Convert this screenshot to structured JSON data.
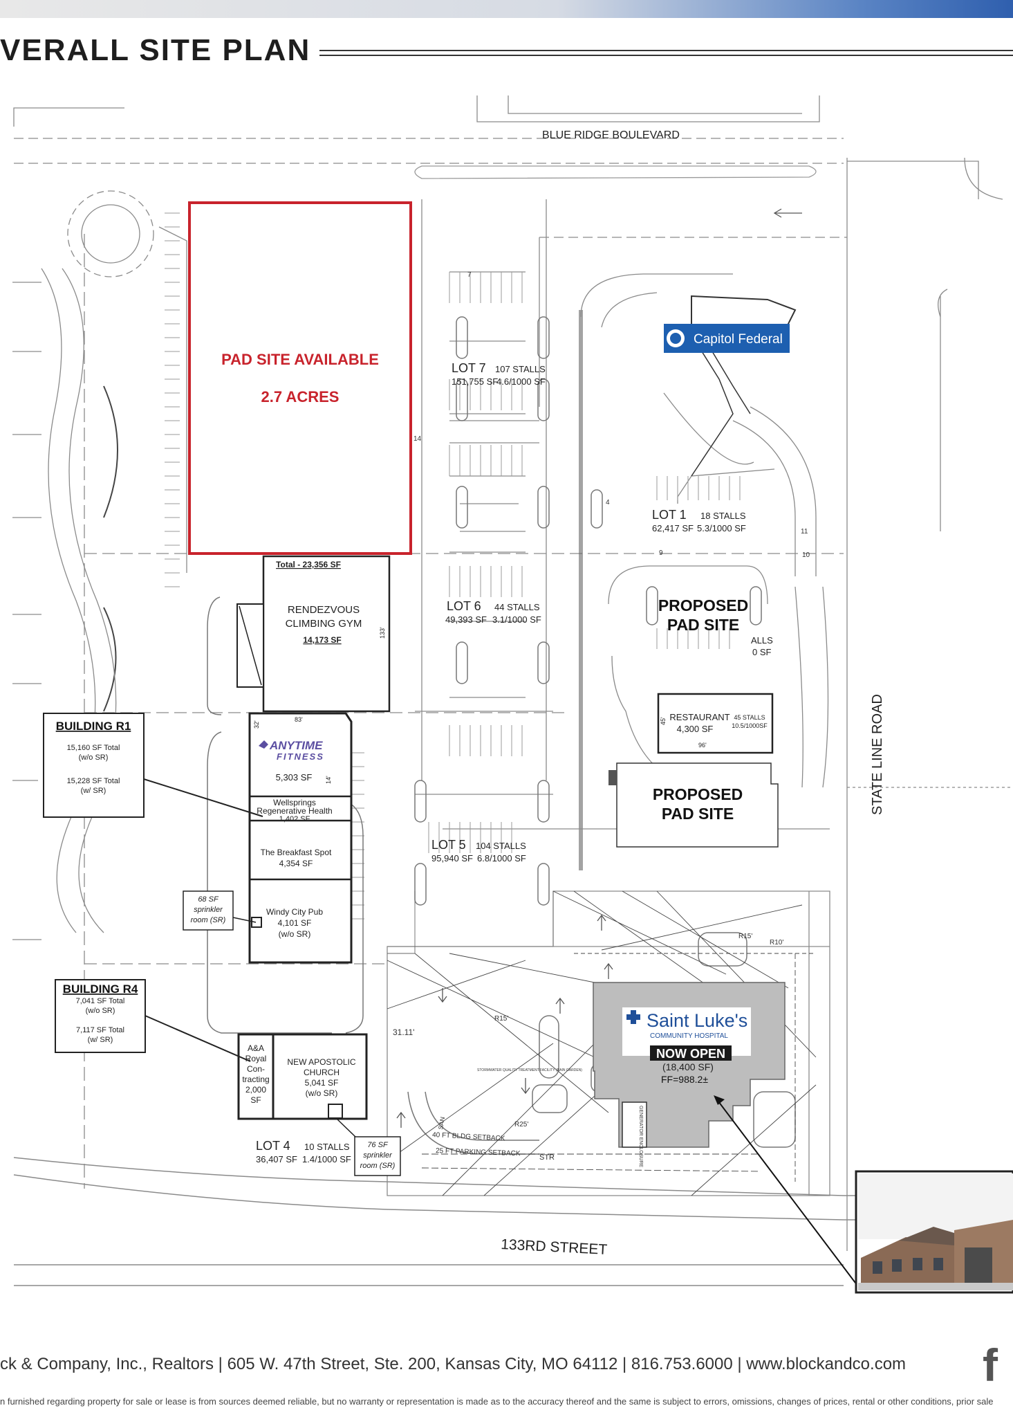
{
  "header": {
    "title": "VERALL SITE PLAN"
  },
  "plan": {
    "streets": {
      "north": "BLUE RIDGE BOULEVARD",
      "east": "STATE LINE ROAD",
      "south": "133RD STREET"
    },
    "pad_site": {
      "line1": "PAD SITE AVAILABLE",
      "line2": "2.7 ACRES"
    },
    "capitol_federal": "Capitol Federal",
    "lots": {
      "lot7": {
        "name": "LOT 7",
        "stalls": "107 STALLS",
        "sf": "151,755 SF",
        "ratio": "4.6/1000 SF"
      },
      "lot1": {
        "name": "LOT 1",
        "stalls": "18 STALLS",
        "sf": "62,417 SF",
        "ratio": "5.3/1000 SF"
      },
      "lot6": {
        "name": "LOT 6",
        "stalls": "44 STALLS",
        "sf": "49,393 SF",
        "ratio": "3.1/1000 SF"
      },
      "lot5": {
        "name": "LOT 5",
        "stalls": "104 STALLS",
        "sf": "95,940 SF",
        "ratio": "6.8/1000 SF"
      },
      "lot4": {
        "name": "LOT 4",
        "stalls": "10 STALLS",
        "sf": "36,407 SF",
        "ratio": "1.4/1000 SF"
      }
    },
    "proposed_pad_1": {
      "line1": "PROPOSED",
      "line2": "PAD SITE",
      "partial1": "ALLS",
      "partial2": "0 SF"
    },
    "proposed_pad_2": {
      "line1": "PROPOSED",
      "line2": "PAD SITE"
    },
    "restaurant": {
      "name": "RESTAURANT",
      "sf": "4,300 SF",
      "stalls": "45 STALLS",
      "ratio": "10.5/1000SF",
      "dim_side": "45'",
      "dim_bottom": "96'"
    },
    "climbing_gym": {
      "total": "Total - 23,356 SF",
      "line1": "RENDEZVOUS",
      "line2": "CLIMBING GYM",
      "sf": "14,173 SF",
      "dim": "133'"
    },
    "building_r1": {
      "title": "BUILDING R1",
      "total1": "15,160 SF Total",
      "note1": "(w/o SR)",
      "total2": "15,228 SF Total",
      "note2": "(w/ SR)"
    },
    "anytime_fitness": {
      "logo_line1": "ANYTIME",
      "logo_line2": "FITNESS",
      "sf": "5,303 SF",
      "dim_top": "83'",
      "dim_side": "32'",
      "dim_mid": "14'"
    },
    "wellsprings": {
      "line1": "Wellsprings",
      "line2": "Regenerative Health",
      "sf": "1,402 SF"
    },
    "breakfast_spot": {
      "name": "The Breakfast Spot",
      "sf": "4,354 SF"
    },
    "windy_city": {
      "name": "Windy City Pub",
      "sf": "4,101 SF",
      "note": "(w/o SR)"
    },
    "sprinkler_r1": {
      "line1": "68 SF",
      "line2": "sprinkler",
      "line3": "room (SR)"
    },
    "building_r4": {
      "title": "BUILDING R4",
      "total1": "7,041 SF Total",
      "note1": "(w/o SR)",
      "total2": "7,117 SF Total",
      "note2": "(w/ SR)"
    },
    "aa_royal": {
      "line1": "A&A",
      "line2": "Royal",
      "line3": "Con-",
      "line4": "tracting",
      "sf": "2,000",
      "unit": "SF"
    },
    "new_apostolic": {
      "line1": "NEW APOSTOLIC",
      "line2": "CHURCH",
      "sf": "5,041 SF",
      "note": "(w/o SR)"
    },
    "sprinkler_r4": {
      "line1": "76 SF",
      "line2": "sprinkler",
      "line3": "room (SR)"
    },
    "saint_lukes": {
      "name": "Saint Luke's",
      "subtitle": "COMMUNITY HOSPITAL",
      "status": "NOW OPEN",
      "sf": "(18,400 SF)",
      "ff": "FF=988.2±"
    },
    "small_labels": {
      "setback_bldg": "40 FT BLDG SETBACK",
      "setback_parking": "25 FT PARKING SETBACK",
      "generator": "GENERATOR ENCLOSURE",
      "stormwater": "STORMWATER QUALITY TREATMENT FACILITY (RAIN GARDEN)",
      "dim_31": "31.11'",
      "r15a": "R15'",
      "r15b": "R15'",
      "r10": "R10'",
      "r25": "R25'",
      "n7": "7",
      "n14": "14",
      "n4": "4",
      "n9": "9",
      "n10": "10",
      "n11": "11",
      "str": "STR",
      "san": "SAN"
    }
  },
  "footer": {
    "contact": "ck & Company, Inc., Realtors | 605 W. 47th Street, Ste. 200, Kansas City, MO 64112 | 816.753.6000 | www.blockandco.com",
    "disclaimer": "n furnished regarding property for sale or lease is from sources deemed reliable, but no warranty or representation is made as to the accuracy thereof and the same is subject to errors, omissions, changes of prices, rental or other conditions, prior sale or lea",
    "facebook": "f"
  }
}
